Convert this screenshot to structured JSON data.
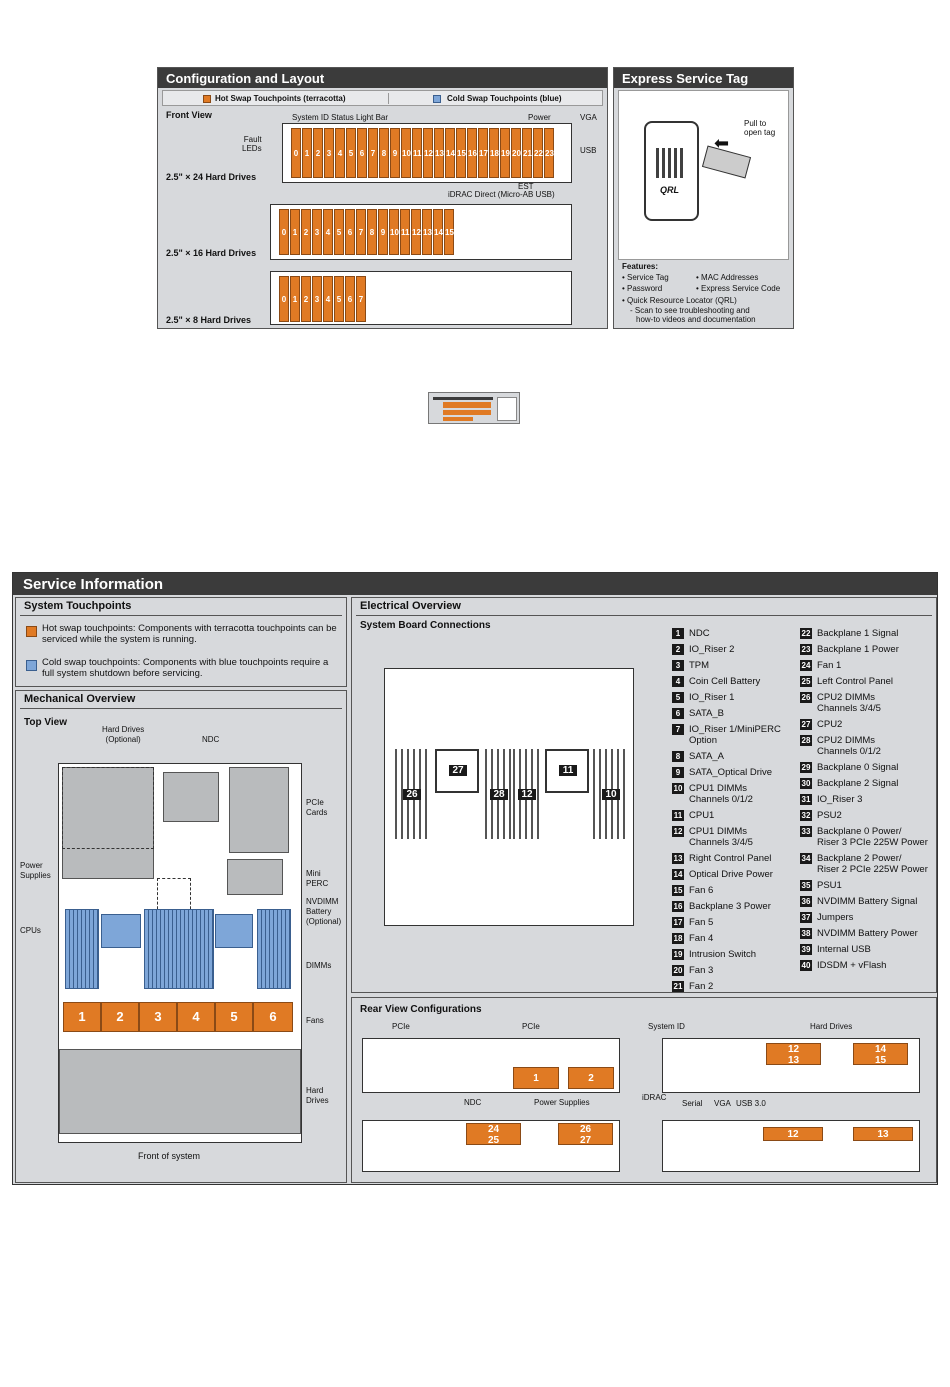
{
  "config": {
    "title": "Configuration and Layout",
    "hot_swap_legend": "Hot Swap Touchpoints (terracotta)",
    "cold_swap_legend": "Cold Swap Touchpoints (blue)",
    "front_view": "Front View",
    "fault_leds": "Fault\nLEDs",
    "system_id_bar": "System ID Status Light Bar",
    "power": "Power",
    "vga": "VGA",
    "usb": "USB",
    "est": "EST",
    "idrac_direct": "iDRAC Direct (Micro-AB USB)",
    "configs": [
      {
        "label": "2.5\" × 24 Hard Drives",
        "count": 24
      },
      {
        "label": "2.5\" × 16 Hard Drives",
        "count": 16
      },
      {
        "label": "2.5\" × 8 Hard Drives",
        "count": 8
      }
    ]
  },
  "express": {
    "title": "Express Service Tag",
    "pull": "Pull to\nopen tag",
    "qrl": "QRL",
    "features_title": "Features:",
    "f1": "• Service Tag",
    "f2": "• Password",
    "f3": "• MAC Addresses",
    "f4": "• Express Service Code",
    "f5": "• Quick Resource Locator (QRL)",
    "f6": "- Scan to see troubleshooting and",
    "f7": "how-to videos and documentation"
  },
  "service": {
    "title": "Service Information",
    "touch_title": "System Touchpoints",
    "hot_text": "Hot swap touchpoints: Components with terracotta touchpoints can be serviced while the system is running.",
    "cold_text": "Cold swap touchpoints: Components with blue touchpoints require a full system shutdown before servicing.",
    "mech_title": "Mechanical Overview",
    "top_view": "Top View",
    "hard_drives_opt": "Hard Drives\n(Optional)",
    "ndc": "NDC",
    "pcie_cards": "PCIe\nCards",
    "power_supplies": "Power\nSupplies",
    "mini_perc": "Mini\nPERC",
    "nvdimm": "NVDIMM\nBattery\n(Optional)",
    "cpus": "CPUs",
    "dimms": "DIMMs",
    "fans": "Fans",
    "hard_drives": "Hard\nDrives",
    "front_of_system": "Front of system",
    "fan_numbers": [
      "1",
      "2",
      "3",
      "4",
      "5",
      "6"
    ],
    "elec_title": "Electrical Overview",
    "sbc_title": "System Board Connections",
    "legend_left": [
      [
        "1",
        "NDC"
      ],
      [
        "2",
        "IO_Riser 2"
      ],
      [
        "3",
        "TPM"
      ],
      [
        "4",
        "Coin Cell Battery"
      ],
      [
        "5",
        "IO_Riser 1"
      ],
      [
        "6",
        "SATA_B"
      ],
      [
        "7",
        "IO_Riser 1/MiniPERC\nOption"
      ],
      [
        "8",
        "SATA_A"
      ],
      [
        "9",
        "SATA_Optical Drive"
      ],
      [
        "10",
        "CPU1 DIMMs\nChannels 0/1/2"
      ],
      [
        "11",
        "CPU1"
      ],
      [
        "12",
        "CPU1 DIMMs\nChannels 3/4/5"
      ],
      [
        "13",
        "Right Control Panel"
      ],
      [
        "14",
        "Optical Drive Power"
      ],
      [
        "15",
        "Fan 6"
      ],
      [
        "16",
        "Backplane 3 Power"
      ],
      [
        "17",
        "Fan 5"
      ],
      [
        "18",
        "Fan 4"
      ],
      [
        "19",
        "Intrusion Switch"
      ],
      [
        "20",
        "Fan 3"
      ],
      [
        "21",
        "Fan 2"
      ]
    ],
    "legend_right": [
      [
        "22",
        "Backplane 1 Signal"
      ],
      [
        "23",
        "Backplane 1 Power"
      ],
      [
        "24",
        "Fan 1"
      ],
      [
        "25",
        "Left Control Panel"
      ],
      [
        "26",
        "CPU2 DIMMs\nChannels 3/4/5"
      ],
      [
        "27",
        "CPU2"
      ],
      [
        "28",
        "CPU2 DIMMs\nChannels 0/1/2"
      ],
      [
        "29",
        "Backplane 0 Signal"
      ],
      [
        "30",
        "Backplane 2 Signal"
      ],
      [
        "31",
        "IO_Riser 3"
      ],
      [
        "32",
        "PSU2"
      ],
      [
        "33",
        "Backplane 0 Power/\nRiser 3 PCIe 225W Power"
      ],
      [
        "34",
        "Backplane 2 Power/\nRiser 2 PCIe 225W Power"
      ],
      [
        "35",
        "PSU1"
      ],
      [
        "36",
        "NVDIMM Battery Signal"
      ],
      [
        "37",
        "Jumpers"
      ],
      [
        "38",
        "NVDIMM Battery Power"
      ],
      [
        "39",
        "Internal USB"
      ],
      [
        "40",
        "IDSDM + vFlash"
      ]
    ],
    "board_labels": {
      "cpu2": "27",
      "cpu1": "11",
      "d26": "26",
      "d28": "28",
      "d12": "12",
      "d10": "10"
    },
    "rear_title": "Rear View Configurations",
    "pcie1": "PCIe",
    "pcie2": "PCIe",
    "ndc_rear": "NDC",
    "power_supplies_rear": "Power Supplies",
    "psu1": "1",
    "psu2": "2",
    "system_id": "System ID",
    "hard_drives_rear": "Hard Drives",
    "idrac": "iDRAC",
    "serial": "Serial",
    "vga_rear": "VGA",
    "usb30": "USB 3.0",
    "r2_12": "12",
    "r2_13": "13",
    "r2_14": "14",
    "r2_15": "15",
    "r3_24": "24",
    "r3_25": "25",
    "r3_26": "26",
    "r3_27": "27",
    "r4_12": "12",
    "r4_13": "13"
  }
}
